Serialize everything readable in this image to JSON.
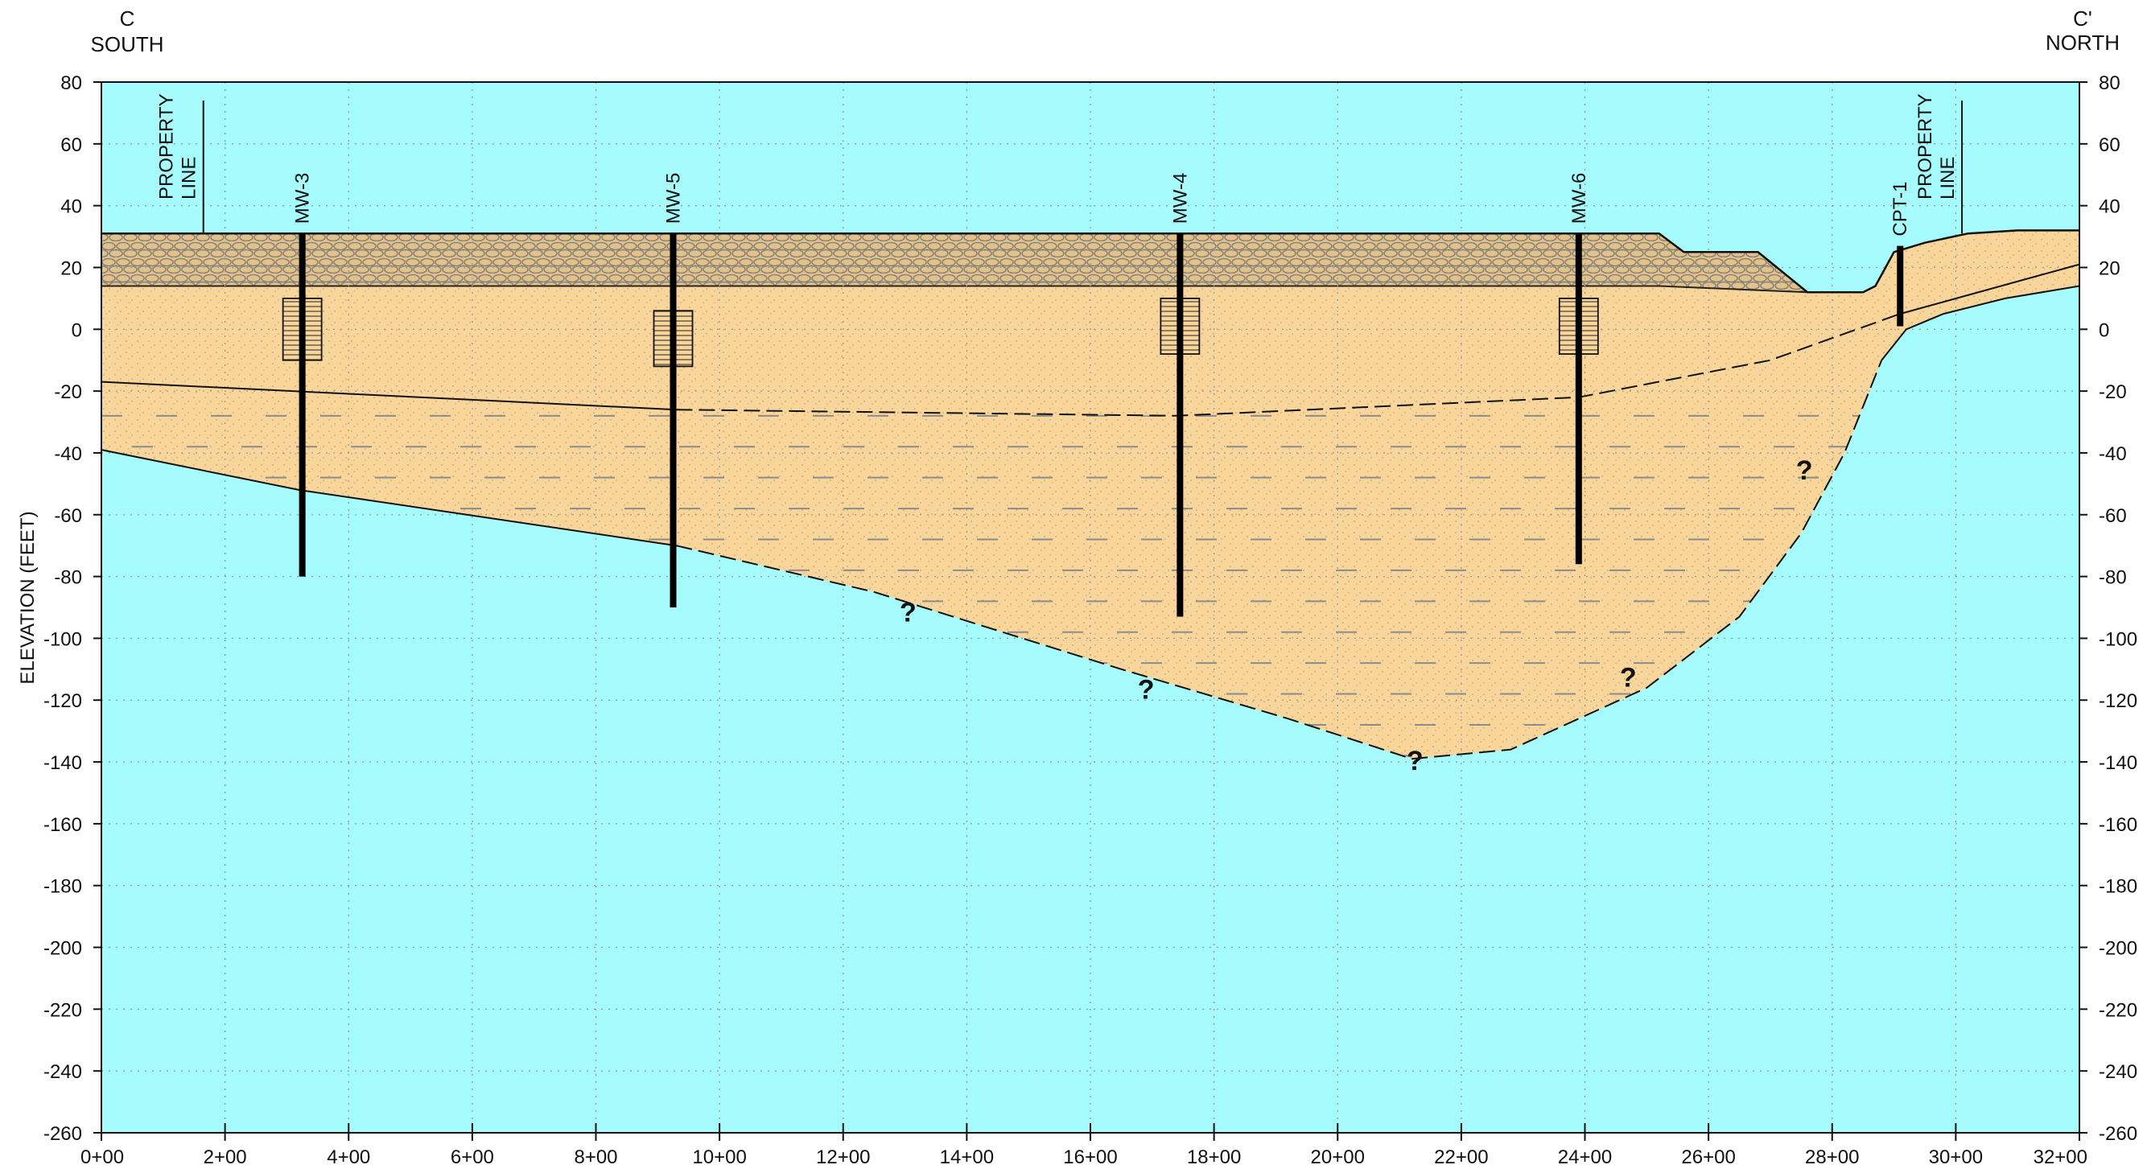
{
  "ends": {
    "left": {
      "letter": "C",
      "direction": "SOUTH"
    },
    "right": {
      "letter": "C'",
      "direction": "NORTH"
    }
  },
  "axis": {
    "ylabel": "ELEVATION (FEET)",
    "y_ticks": [
      80,
      60,
      40,
      20,
      0,
      -20,
      -40,
      -60,
      -80,
      -100,
      -120,
      -140,
      -160,
      -180,
      -200,
      -220,
      -240,
      -260
    ],
    "x_ticks": [
      "0+00",
      "2+00",
      "4+00",
      "6+00",
      "8+00",
      "10+00",
      "12+00",
      "14+00",
      "16+00",
      "18+00",
      "20+00",
      "22+00",
      "24+00",
      "26+00",
      "28+00",
      "30+00",
      "32+00"
    ],
    "x_range": [
      0,
      32
    ],
    "y_range": [
      -260,
      80
    ]
  },
  "property_lines": [
    {
      "label_line1": "PROPERTY",
      "label_line2": "LINE",
      "station": 1.65
    },
    {
      "label_line1": "PROPERTY",
      "label_line2": "LINE",
      "station": 30.1
    }
  ],
  "wells": [
    {
      "name": "MW-3",
      "station": 3.25,
      "top": 31,
      "bottom": -80,
      "screen_top": 10,
      "screen_bottom": -10
    },
    {
      "name": "MW-5",
      "station": 9.25,
      "top": 31,
      "bottom": -90,
      "screen_top": 6,
      "screen_bottom": -12
    },
    {
      "name": "MW-4",
      "station": 17.45,
      "top": 31,
      "bottom": -93,
      "screen_top": 10,
      "screen_bottom": -8
    },
    {
      "name": "MW-6",
      "station": 23.9,
      "top": 31,
      "bottom": -76,
      "screen_top": 10,
      "screen_bottom": -8
    },
    {
      "name": "CPT-1",
      "station": 29.1,
      "top": 27,
      "bottom": 1
    }
  ],
  "question_mark": "?",
  "question_marks": [
    {
      "station": 13.05,
      "elevation": -92
    },
    {
      "station": 16.9,
      "elevation": -117
    },
    {
      "station": 21.25,
      "elevation": -140
    },
    {
      "station": 24.7,
      "elevation": -113
    },
    {
      "station": 27.55,
      "elevation": -46
    }
  ],
  "layers": {
    "fill_colors": {
      "fill": "#e2c28a",
      "sand": "#f8d59b",
      "bedrock": "#a6fbfd",
      "cobble_line": "#8a8478"
    },
    "surface": [
      [
        0,
        31
      ],
      [
        25.2,
        31
      ],
      [
        25.6,
        25
      ],
      [
        26.8,
        25
      ],
      [
        27.6,
        12
      ],
      [
        28.5,
        12
      ],
      [
        28.7,
        14
      ],
      [
        29.0,
        25
      ],
      [
        29.5,
        28
      ],
      [
        30.2,
        31
      ],
      [
        31.0,
        32
      ],
      [
        32.0,
        32
      ]
    ],
    "fill_base": [
      [
        0,
        14
      ],
      [
        25.2,
        14
      ],
      [
        27.6,
        12
      ]
    ],
    "interface_line": [
      [
        0,
        -17
      ],
      [
        9.3,
        -26
      ],
      [
        17.4,
        -28
      ],
      [
        23.9,
        -22
      ],
      [
        27.0,
        -10
      ],
      [
        29.1,
        5
      ],
      [
        32.0,
        21
      ]
    ],
    "bedrock_top": [
      [
        0,
        -39
      ],
      [
        3.2,
        -52
      ],
      [
        9.3,
        -70
      ],
      [
        12.5,
        -85
      ],
      [
        16.5,
        -110
      ],
      [
        19.2,
        -126
      ],
      [
        21.2,
        -139
      ],
      [
        22.8,
        -136
      ],
      [
        25.0,
        -116
      ],
      [
        26.5,
        -93
      ],
      [
        27.5,
        -66
      ],
      [
        28.2,
        -40
      ],
      [
        28.8,
        -10
      ],
      [
        29.2,
        0
      ],
      [
        29.8,
        5
      ],
      [
        30.8,
        10
      ],
      [
        32.0,
        14
      ]
    ]
  }
}
